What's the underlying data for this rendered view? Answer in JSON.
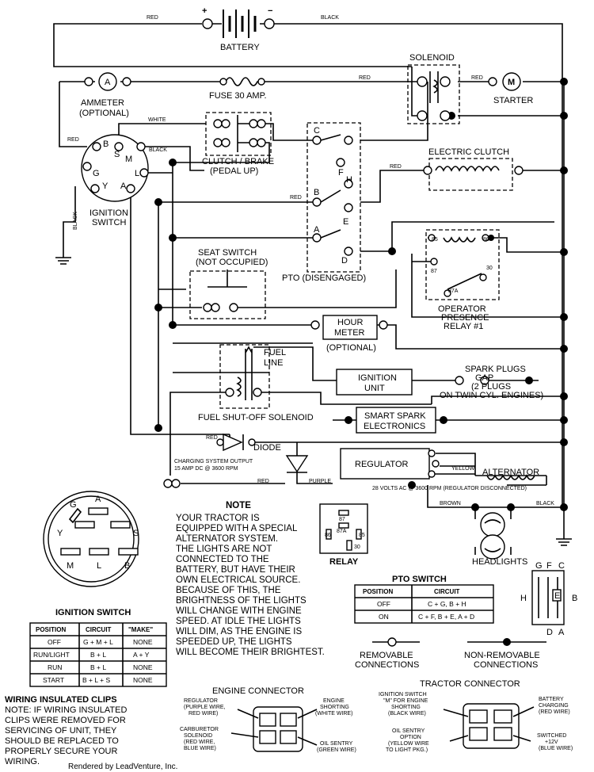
{
  "wire_labels": {
    "red": "RED",
    "black": "BLACK",
    "white": "WHITE",
    "brown": "BROWN",
    "yellow": "YELLOW",
    "purple": "PURPLE"
  },
  "components": {
    "battery": "BATTERY",
    "plus": "+",
    "minus": "−",
    "solenoid": "SOLENOID",
    "ammeter_1": "AMMETER",
    "ammeter_2": "(OPTIONAL)",
    "ammeter_symbol": "A",
    "fuse": "FUSE 30 AMP.",
    "starter": "STARTER",
    "starter_symbol": "M",
    "clutch_brake_1": "CLUTCH / BRAKE",
    "clutch_brake_2": "(PEDAL UP)",
    "electric_clutch": "ELECTRIC CLUTCH",
    "ignition_switch_1": "IGNITION",
    "ignition_switch_2": "SWITCH",
    "seat_switch_1": "SEAT SWITCH",
    "seat_switch_2": "(NOT OCCUPIED)",
    "pto": "PTO (DISENGAGED)",
    "relay_label_1": "OPERATOR",
    "relay_label_2": "PRESENCE",
    "relay_label_3": "RELAY #1",
    "hour_meter_1": "HOUR",
    "hour_meter_2": "METER",
    "hour_meter_3": "(OPTIONAL)",
    "fuel_line_1": "FUEL",
    "fuel_line_2": "LINE",
    "ignition_unit_1": "IGNITION",
    "ignition_unit_2": "UNIT",
    "spark_plugs_1": "SPARK PLUGS",
    "spark_plugs_2": "GAP",
    "spark_plugs_3": "(2 PLUGS",
    "spark_plugs_4": "ON TWIN CYL. ENGINES)",
    "fuel_shutoff": "FUEL SHUT-OFF SOLENOID",
    "smart_spark_1": "SMART SPARK",
    "smart_spark_2": "ELECTRONICS",
    "diode": "DIODE",
    "charging_1": "CHARGING SYSTEM OUTPUT",
    "charging_2": "15 AMP DC @ 3600 RPM",
    "regulator": "REGULATOR",
    "alternator": "ALTERNATOR",
    "alt_volts": "28 VOLTS AC @ 3600 RPM (REGULATOR DISCONNECTED)",
    "headlights": "HEADLIGHTS",
    "relay_pins": [
      "87",
      "87A",
      "85",
      "86",
      "30"
    ],
    "relay_term": [
      "86",
      "85",
      "87",
      "87A",
      "30"
    ]
  },
  "note": {
    "title": "NOTE",
    "lines": [
      "YOUR TRACTOR IS",
      "EQUIPPED WITH A SPECIAL",
      "ALTERNATOR SYSTEM.",
      "THE LIGHTS ARE NOT",
      "CONNECTED TO THE",
      "BATTERY, BUT HAVE THEIR",
      "OWN ELECTRICAL SOURCE.",
      "BECAUSE OF THIS, THE",
      "BRIGHTNESS OF THE LIGHTS",
      "WILL CHANGE WITH ENGINE",
      "SPEED.  AT IDLE THE LIGHTS",
      "WILL DIM, AS THE ENGINE IS",
      "SPEEDED UP, THE LIGHTS",
      "WILL BECOME THEIR BRIGHTEST."
    ]
  },
  "relay_caption": "RELAY",
  "ignition_switch": {
    "title": "IGNITION SWITCH",
    "terminals": [
      "G",
      "A",
      "Y",
      "S",
      "M",
      "L",
      "B"
    ],
    "headers": [
      "POSITION",
      "CIRCUIT",
      "\"MAKE\""
    ],
    "rows": [
      [
        "OFF",
        "G + M + L",
        "NONE"
      ],
      [
        "RUN/LIGHT",
        "B + L",
        "A + Y"
      ],
      [
        "RUN",
        "B + L",
        "NONE"
      ],
      [
        "START",
        "B + L + S",
        "NONE"
      ]
    ]
  },
  "pto_switch": {
    "title": "PTO SWITCH",
    "headers": [
      "POSITION",
      "CIRCUIT"
    ],
    "rows": [
      [
        "OFF",
        "C + G, B + H"
      ],
      [
        "ON",
        "C + F, B + E, A + D"
      ]
    ],
    "terminals": [
      "G",
      "F",
      "C",
      "H",
      "E",
      "B",
      "D",
      "A"
    ]
  },
  "legend": {
    "removable_1": "REMOVABLE",
    "removable_2": "CONNECTIONS",
    "nonremovable_1": "NON-REMOVABLE",
    "nonremovable_2": "CONNECTIONS"
  },
  "wiring_note": {
    "title": "WIRING INSULATED CLIPS",
    "lines": [
      "NOTE:  IF WIRING INSULATED",
      "CLIPS WERE REMOVED FOR",
      "SERVICING OF UNIT, THEY",
      "SHOULD BE REPLACED TO",
      "PROPERLY SECURE YOUR",
      "WIRING."
    ]
  },
  "engine_connector": {
    "title": "ENGINE CONNECTOR",
    "labels": [
      [
        "REGULATOR",
        "(PURPLE WIRE,",
        "RED WIRE)"
      ],
      [
        "CARBURETOR",
        "SOLENOID",
        "(RED WIRE,",
        "BLUE WIRE)"
      ],
      [
        "ENGINE",
        "SHORTING",
        "(WHITE WIRE)"
      ],
      [
        "OIL SENTRY",
        "(GREEN WIRE)"
      ]
    ]
  },
  "tractor_connector": {
    "title": "TRACTOR CONNECTOR",
    "labels": [
      [
        "IGNITION SWITCH",
        "\"M\" FOR ENGINE",
        "SHORTING",
        "(BLACK WIRE)"
      ],
      [
        "OIL SENTRY",
        "OPTION",
        "(YELLOW WIRE",
        "TO LIGHT PKG.)"
      ],
      [
        "BATTERY",
        "CHARGING",
        "(RED WIRE)"
      ],
      [
        "SWITCHED",
        "+12V",
        "(BLUE WIRE)"
      ]
    ]
  },
  "credit": "Rendered by LeadVenture, Inc."
}
